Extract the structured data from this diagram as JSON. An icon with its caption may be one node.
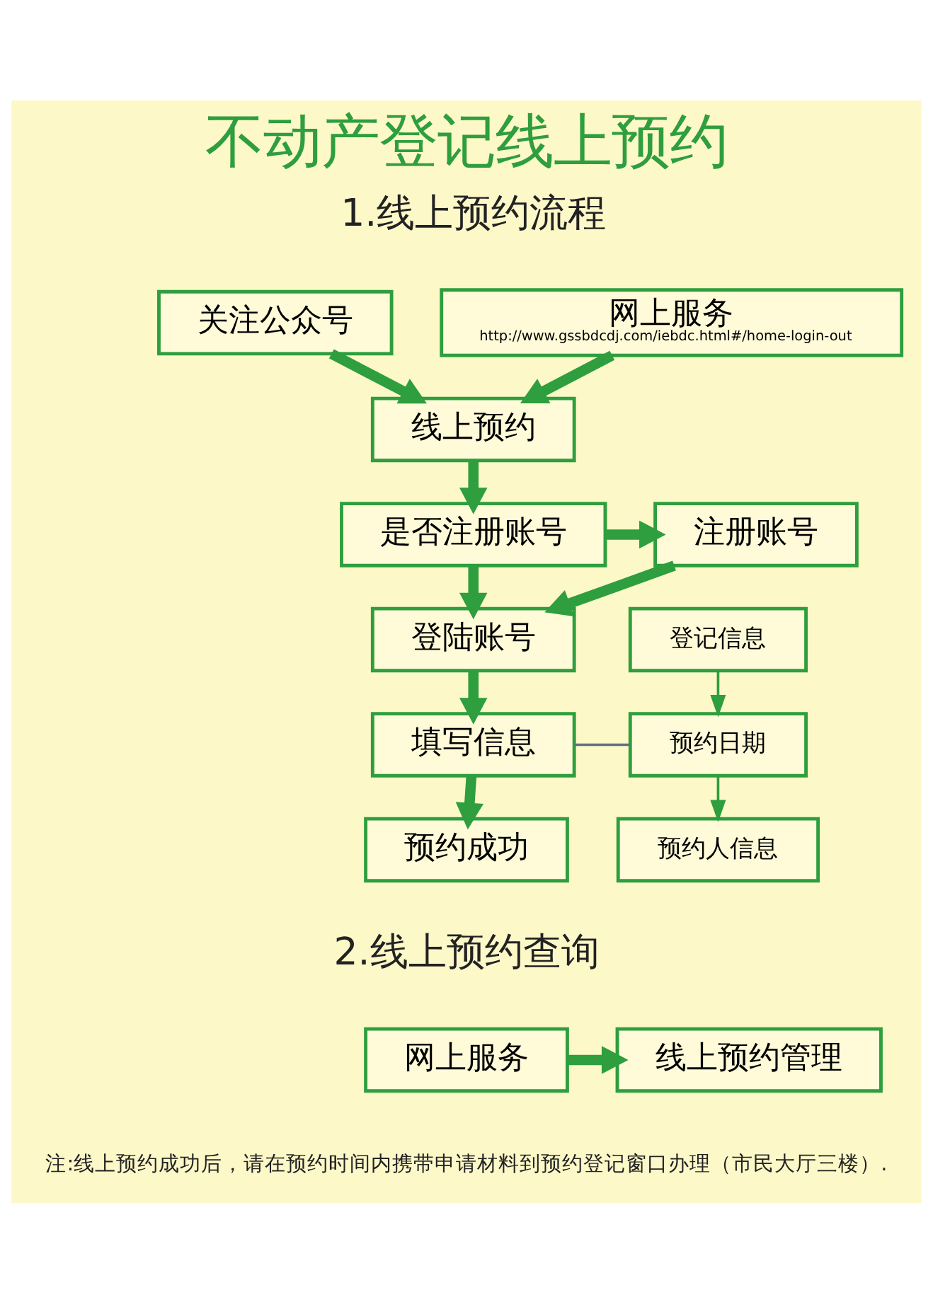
{
  "diagram": {
    "title": "不动产登记线上预约",
    "nodes": [
      {
        "text": [
          "关注公众号"
        ]
      },
      {
        "text": [
          "网上服务",
          "http://www.gssbdcdj.com/iebdc.html#/home-login-out"
        ]
      },
      {
        "text": [
          "线上预约"
        ]
      },
      {
        "text": [
          "是否注册账号"
        ]
      },
      {
        "text": [
          "注册账号"
        ]
      },
      {
        "text": [
          "登陆账号"
        ]
      },
      {
        "text": [
          "填写信息"
        ]
      },
      {
        "text": [
          "登记信息"
        ]
      },
      {
        "text": [
          "预约日期"
        ]
      },
      {
        "text": [
          "预约人信息"
        ]
      },
      {
        "text": [
          "预约成功"
        ]
      },
      {
        "text": [
          "网上服务"
        ]
      },
      {
        "text": [
          "线上预约管理"
        ]
      }
    ],
    "edges": [
      {
        "from": 0,
        "to": 2,
        "arrow": "to"
      },
      {
        "from": 1,
        "to": 2,
        "arrow": "to"
      },
      {
        "from": 2,
        "to": 3,
        "arrow": "to"
      },
      {
        "from": 3,
        "to": 4,
        "arrow": "to"
      },
      {
        "from": 3,
        "to": 5,
        "arrow": "to"
      },
      {
        "from": 4,
        "to": 5,
        "arrow": "to"
      },
      {
        "from": 5,
        "to": 6,
        "arrow": "to"
      },
      {
        "from": 6,
        "to": 8,
        "arrow": "none",
        "color": "#607080"
      },
      {
        "from": 7,
        "to": 8,
        "arrow": "to"
      },
      {
        "from": 8,
        "to": 9,
        "arrow": "to"
      },
      {
        "from": 6,
        "to": 10,
        "arrow": "to"
      },
      {
        "from": 11,
        "to": 12,
        "arrow": "to"
      }
    ],
    "labels": [
      "1.线上预约流程",
      "2.线上预约查询",
      "注:线上预约成功后，请在预约时间内携带申请材料到预约登记窗口办理（市民大厅三楼）."
    ]
  }
}
